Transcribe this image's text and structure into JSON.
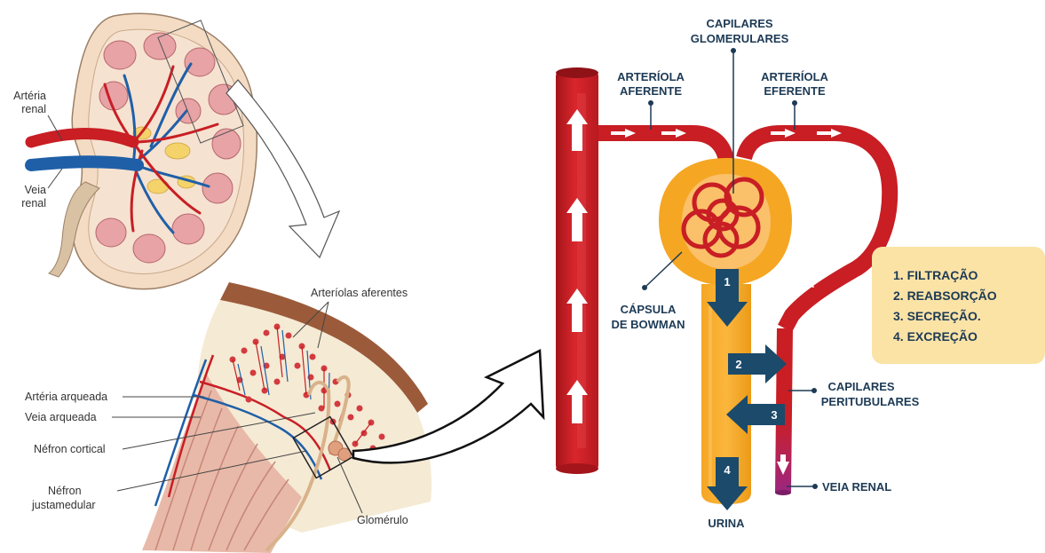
{
  "kidney": {
    "labels": {
      "renal_artery": [
        "Artéria",
        "renal"
      ],
      "renal_vein": [
        "Veia",
        "renal"
      ]
    }
  },
  "cortex_section": {
    "labels": {
      "afferent_arterioles": "Arteríolas aferentes",
      "arcuate_artery": "Artéria arqueada",
      "arcuate_vein": "Veia arqueada",
      "cortical_nephron": "Néfron cortical",
      "juxtamedullary_nephron": [
        "Néfron",
        "justamedular"
      ],
      "glomerulus": "Glomérulo"
    }
  },
  "nephron": {
    "labels": {
      "glomerular_capillaries": [
        "CAPILARES",
        "GLOMERULARES"
      ],
      "afferent_arteriole": [
        "ARTERÍOLA",
        "AFERENTE"
      ],
      "efferent_arteriole": [
        "ARTERÍOLA",
        "EFERENTE"
      ],
      "bowman_capsule": [
        "CÁPSULA",
        "DE BOWMAN"
      ],
      "peritubular_capillaries": [
        "CAPILARES",
        "PERITUBULARES"
      ],
      "renal_vein": "VEIA RENAL",
      "urine": "URINA"
    },
    "step_numbers": [
      "1",
      "2",
      "3",
      "4"
    ]
  },
  "legend": {
    "items": [
      "1. FILTRAÇÃO",
      "2. REABSORÇÃO",
      "3. SECREÇÃO.",
      "4. EXCREÇÃO"
    ],
    "background": "#fbe3a6"
  },
  "colors": {
    "vessel_red": "#c81e24",
    "vein_blue": "#1f5fa8",
    "tubule_orange": "#f5a623",
    "step_arrow": "#1b4a6b",
    "purple": "#a0267a"
  }
}
